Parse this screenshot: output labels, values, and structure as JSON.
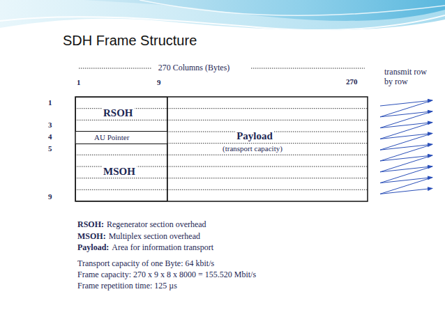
{
  "diagram": {
    "title": "SDH Frame Structure",
    "nodes": [
      {
        "text": [
          "RSOH"
        ]
      },
      {
        "text": [
          "AU Pointer"
        ]
      },
      {
        "text": [
          "Payload",
          "(transport capacity)"
        ]
      },
      {
        "text": [
          "MSOH"
        ]
      }
    ],
    "labels": [
      "270 Columns (Bytes)",
      "1",
      "9",
      "270",
      "transmit row by row",
      "1",
      "3",
      "4",
      "5",
      "9",
      "RSOH:",
      "Regenerator section overhead",
      "MSOH:",
      "Multiplex section overhead",
      "Payload:",
      "Area for information transport",
      "Transport capacity of one Byte: 64 kbit/s",
      "Frame capacity: 270 x 9 x 8 x 8000 = 155.520 Mbit/s",
      "Frame repetition time: 125 µs"
    ]
  }
}
